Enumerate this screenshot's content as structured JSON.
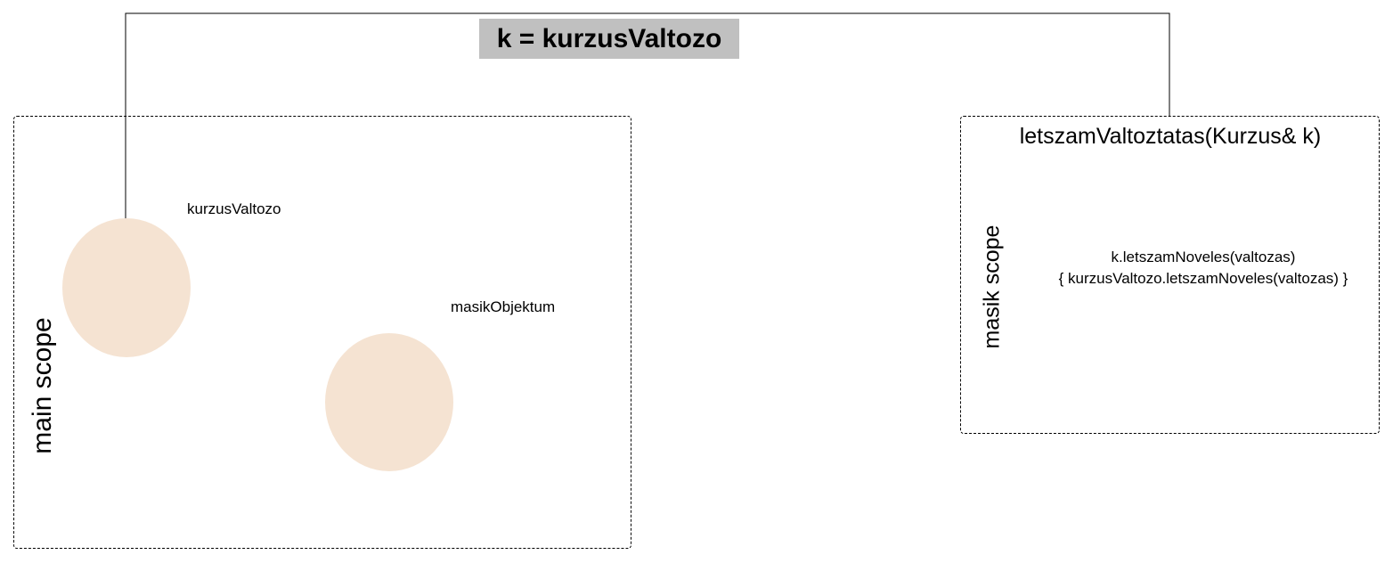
{
  "diagram": {
    "assignment_label": "k = kurzusValtozo",
    "main_scope": {
      "title": "main scope",
      "objects": [
        {
          "label": "kurzusValtozo"
        },
        {
          "label": "masikObjektum"
        }
      ]
    },
    "masik_scope": {
      "title": "masik scope",
      "function_signature": "letszamValtoztatas(Kurzus& k)",
      "body_lines": [
        "k.letszamNoveles(valtozas)",
        "{ kurzusValtozo.letszamNoveles(valtozas) }"
      ]
    },
    "colors": {
      "ellipse_fill": "#f5e3d2",
      "label_highlight": "#c0c0c0",
      "line": "#000000"
    }
  }
}
